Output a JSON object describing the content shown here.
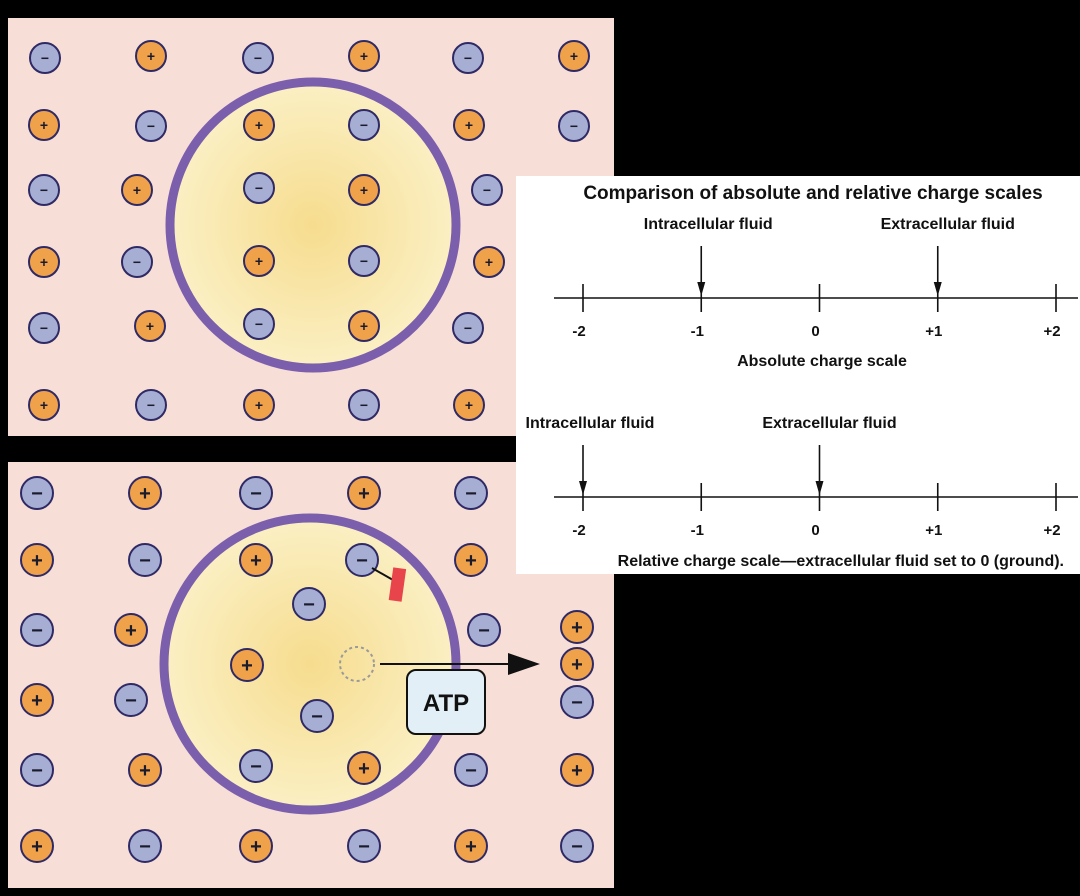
{
  "colors": {
    "background": "#000000",
    "fluid": "#f7ded6",
    "cell_inner": "#fbf0c4",
    "cell_center": "#f6dc8e",
    "membrane": "#7b5fad",
    "cation_fill": "#f0a24a",
    "anion_fill": "#a7aed3",
    "ion_stroke": "#2f2a66",
    "channel": "#e8444b",
    "atp_box": "#e3eff6"
  },
  "icons": {
    "cation": "plus-ion-icon",
    "anion": "minus-ion-icon",
    "pump": "atp-pump-icon"
  },
  "symbols": {
    "plus": "+",
    "minus": "−"
  },
  "atp_label": "ATP",
  "scales_panel": {
    "title": "Comparison of absolute and relative charge scales",
    "absolute": {
      "caption": "Absolute charge scale",
      "ticks": [
        "-2",
        "-1",
        "0",
        "+1",
        "+2"
      ],
      "markers": [
        {
          "label": "Intracellular fluid",
          "value": -1
        },
        {
          "label": "Extracellular fluid",
          "value": 1
        }
      ]
    },
    "relative": {
      "caption": "Relative charge scale—extracellular fluid set to 0 (ground).",
      "ticks": [
        "-2",
        "-1",
        "0",
        "+1",
        "+2"
      ],
      "markers": [
        {
          "label": "Intracellular fluid",
          "value": -2
        },
        {
          "label": "Extracellular fluid",
          "value": 0
        }
      ]
    }
  }
}
